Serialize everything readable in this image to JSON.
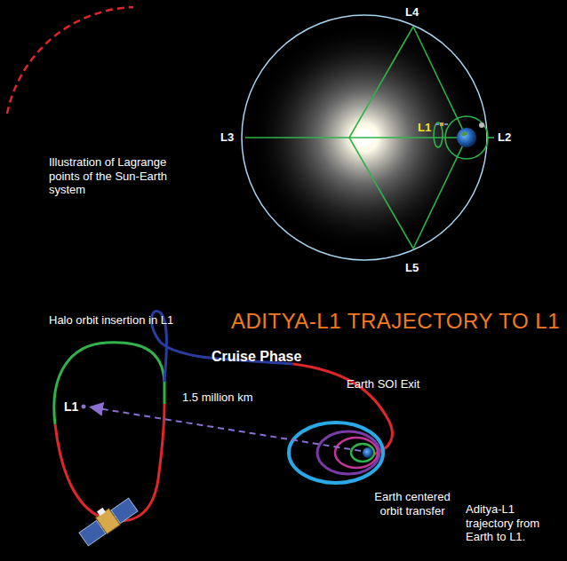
{
  "diagram": {
    "title": "ADITYA-L1 TRAJECTORY TO L1",
    "labels": [
      "Illustration of Lagrange points of the Sun-Earth system",
      "L4",
      "L3",
      "L1",
      "L2",
      "L5",
      "Halo orbit insertion in L1",
      "Cruise Phase",
      "Earth SOI Exit",
      "L1",
      "1.5 million km",
      "Earth centered orbit transfer",
      "Aditya-L1 trajectory from Earth to L1."
    ]
  }
}
